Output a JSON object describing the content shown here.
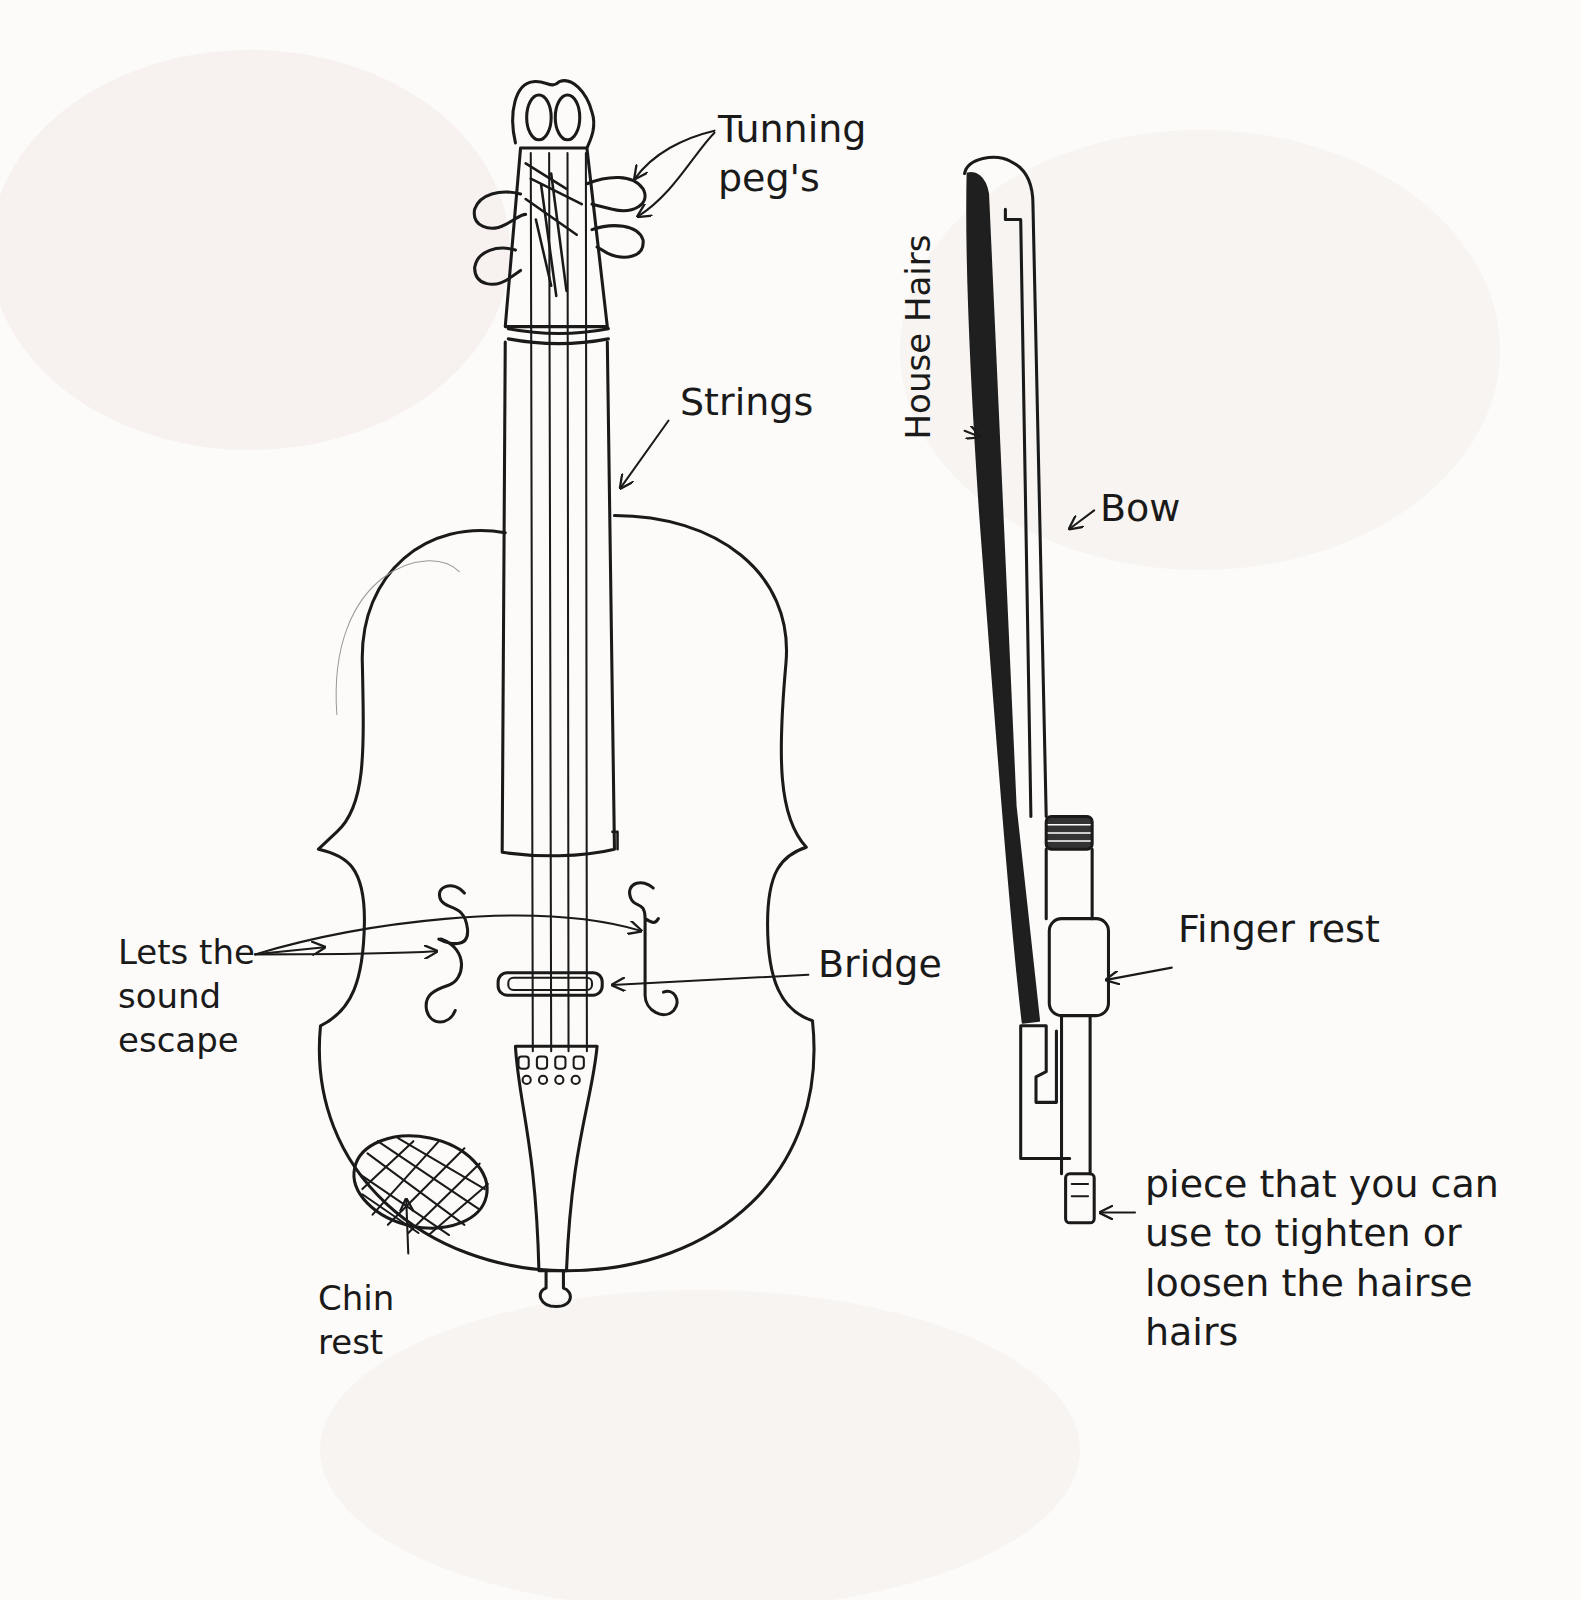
{
  "diagram": {
    "labels": [
      "Tunning peg's",
      "Strings",
      "House Hairs",
      "Bow",
      "Lets the sound escape",
      "Bridge",
      "Finger rest",
      "Chin rest",
      "piece that you can use to tighten or loosen the hairse hairs"
    ]
  }
}
